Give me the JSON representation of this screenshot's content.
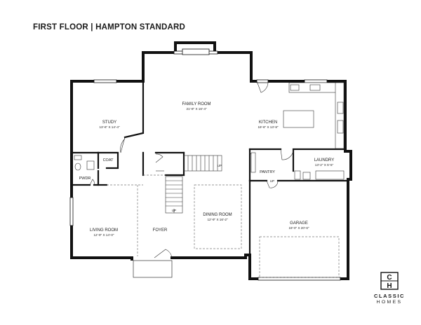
{
  "header": {
    "title": "FIRST FLOOR  |  HAMPTON STANDARD"
  },
  "rooms": {
    "study": {
      "name": "STUDY",
      "dims": "13'-6\" X 14'-4\""
    },
    "family": {
      "name": "FAMILY ROOM",
      "dims": "21'-8\" X 16'-4\""
    },
    "kitchen": {
      "name": "KITCHEN",
      "dims": "19'-6\" X 13'-8\""
    },
    "coat": {
      "name": "COAT"
    },
    "pwdr": {
      "name": "PWDR"
    },
    "pantry": {
      "name": "PANTRY"
    },
    "laundry": {
      "name": "LAUNDRY",
      "dims": "13'-2\" X 5'-5\""
    },
    "living": {
      "name": "LIVING ROOM",
      "dims": "12'-9\" X 14'-0\""
    },
    "foyer": {
      "name": "FOYER"
    },
    "dining": {
      "name": "DINING ROOM",
      "dims": "12'-9\" X 16'-2\""
    },
    "garage": {
      "name": "GARAGE",
      "dims": "19'-0\" X 20'-6\""
    }
  },
  "stairs": {
    "up_label": "UP"
  },
  "brand": {
    "monogram_top": "C",
    "monogram_bottom": "H",
    "name": "CLASSIC",
    "subtitle": "HOMES"
  }
}
